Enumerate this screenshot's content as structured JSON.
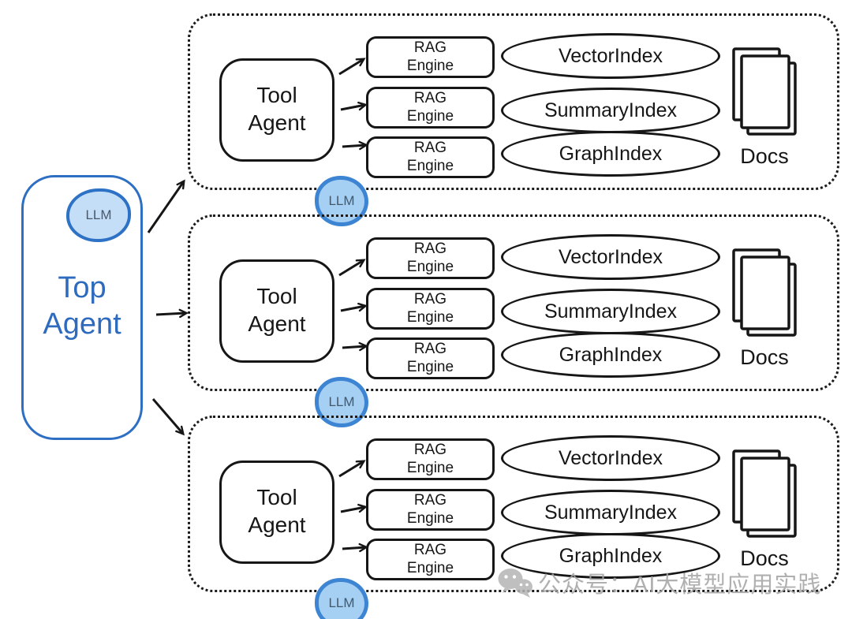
{
  "top_agent": {
    "label": "Top Agent",
    "llm_label": "LLM"
  },
  "groups": [
    {
      "tool_agent": {
        "label": "Tool Agent",
        "llm_label": "LLM"
      },
      "rag_engines": [
        {
          "line1": "RAG",
          "line2": "Engine"
        },
        {
          "line1": "RAG",
          "line2": "Engine"
        },
        {
          "line1": "RAG",
          "line2": "Engine"
        }
      ],
      "indexes": [
        {
          "label": "VectorIndex"
        },
        {
          "label": "SummaryIndex"
        },
        {
          "label": "GraphIndex"
        }
      ],
      "docs_label": "Docs"
    },
    {
      "tool_agent": {
        "label": "Tool Agent",
        "llm_label": "LLM"
      },
      "rag_engines": [
        {
          "line1": "RAG",
          "line2": "Engine"
        },
        {
          "line1": "RAG",
          "line2": "Engine"
        },
        {
          "line1": "RAG",
          "line2": "Engine"
        }
      ],
      "indexes": [
        {
          "label": "VectorIndex"
        },
        {
          "label": "SummaryIndex"
        },
        {
          "label": "GraphIndex"
        }
      ],
      "docs_label": "Docs"
    },
    {
      "tool_agent": {
        "label": "Tool Agent",
        "llm_label": "LLM"
      },
      "rag_engines": [
        {
          "line1": "RAG",
          "line2": "Engine"
        },
        {
          "line1": "RAG",
          "line2": "Engine"
        },
        {
          "line1": "RAG",
          "line2": "Engine"
        }
      ],
      "indexes": [
        {
          "label": "VectorIndex"
        },
        {
          "label": "SummaryIndex"
        },
        {
          "label": "GraphIndex"
        }
      ],
      "docs_label": "Docs"
    }
  ],
  "watermark": {
    "icon": "wechat-icon",
    "text": "公众号：AI大模型应用实践"
  },
  "colors": {
    "accent_blue": "#2e6bbf",
    "llm_fill": "#a5d0f4",
    "llm_stroke": "#3d85d3",
    "stroke_black": "#161616",
    "watermark_gray": "#a3a3a3"
  }
}
